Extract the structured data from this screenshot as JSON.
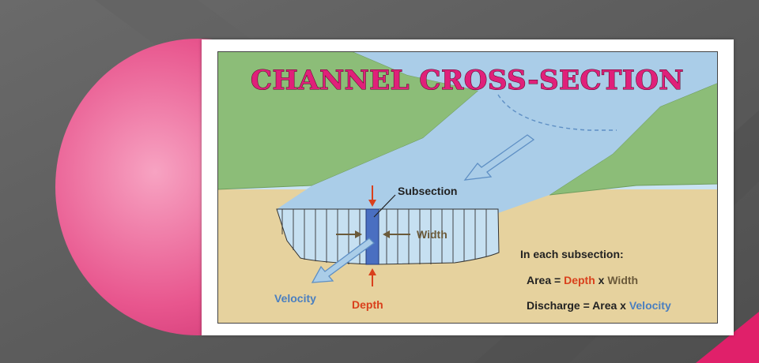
{
  "title": "CHANNEL CROSS-SECTION",
  "labels": {
    "subsection": "Subsection",
    "width": "Width",
    "velocity": "Velocity",
    "depth": "Depth"
  },
  "formulas": {
    "heading": "In each subsection:",
    "area_prefix": "Area = ",
    "area_depth": "Depth",
    "area_x": " x ",
    "area_width": "Width",
    "discharge_prefix": "Discharge = Area x ",
    "discharge_velocity": "Velocity"
  },
  "colors": {
    "background": "#5a5a5a",
    "accent_pink": "#e8568e",
    "title_pink": "#e0207a",
    "depth_red": "#d9401c",
    "width_brown": "#6b5a3a",
    "velocity_blue": "#4a7fc0",
    "water": "#aacde8",
    "land_green": "#8cbd78",
    "soil": "#e6d29e"
  }
}
